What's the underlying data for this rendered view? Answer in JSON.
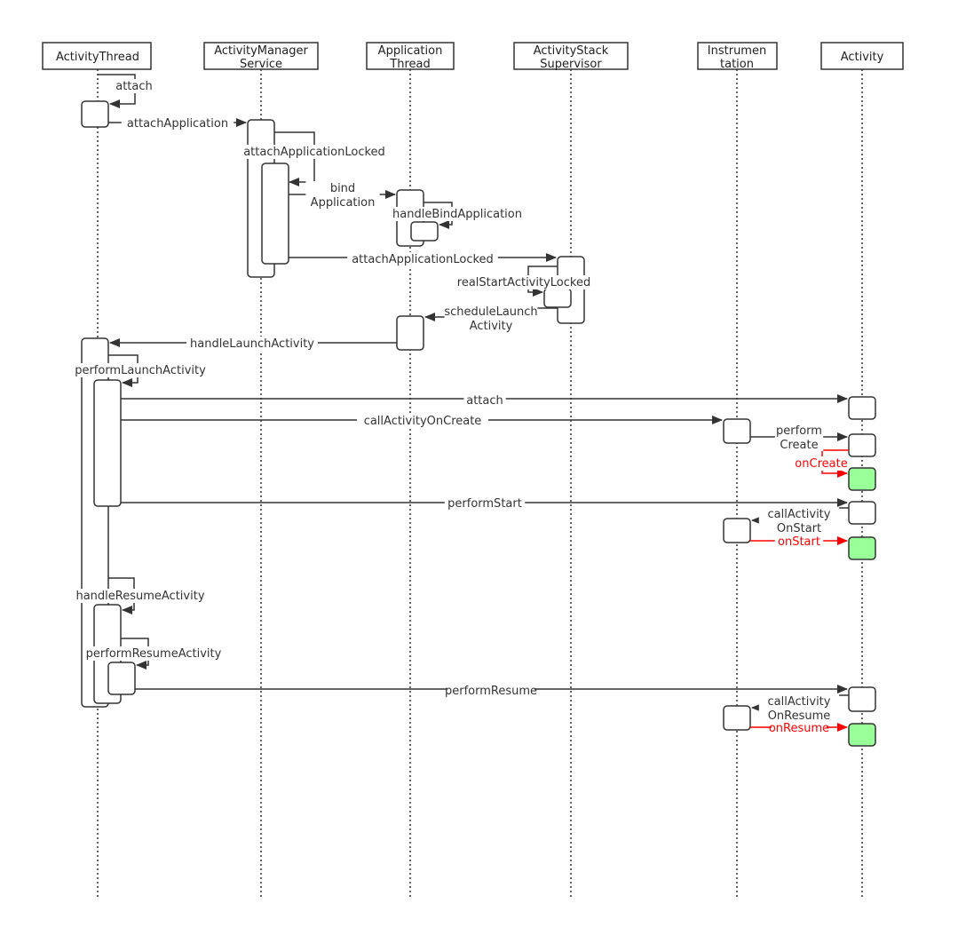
{
  "colors": {
    "line": "#333333",
    "highlight_line": "#ff0000",
    "highlight_text": "#ff0000",
    "highlight_fill": "#99ff99"
  },
  "participants": [
    {
      "id": "activity-thread",
      "lines": [
        "ActivityThread"
      ]
    },
    {
      "id": "activity-manager-service",
      "lines": [
        "ActivityManager",
        "Service"
      ]
    },
    {
      "id": "application-thread",
      "lines": [
        "Application",
        "Thread"
      ]
    },
    {
      "id": "activity-stack-supervisor",
      "lines": [
        "ActivityStack",
        "Supervisor"
      ]
    },
    {
      "id": "instrumentation",
      "lines": [
        "Instrumen",
        "tation"
      ]
    },
    {
      "id": "activity",
      "lines": [
        "Activity"
      ]
    }
  ],
  "messages": {
    "attach_self": {
      "lines": [
        "attach"
      ]
    },
    "attach_application": {
      "lines": [
        "attachApplication"
      ]
    },
    "attach_application_locked_self": {
      "lines": [
        "attachApplicationLocked"
      ]
    },
    "bind_application": {
      "lines": [
        "bind",
        "Application"
      ]
    },
    "handle_bind_application": {
      "lines": [
        "handleBindApplication"
      ]
    },
    "attach_application_locked": {
      "lines": [
        "attachApplicationLocked"
      ]
    },
    "real_start_activity_locked": {
      "lines": [
        "realStartActivityLocked"
      ]
    },
    "schedule_launch_activity": {
      "lines": [
        "scheduleLaunch",
        "Activity"
      ]
    },
    "handle_launch_activity": {
      "lines": [
        "handleLaunchActivity"
      ]
    },
    "perform_launch_activity": {
      "lines": [
        "performLaunchActivity"
      ]
    },
    "attach_activity": {
      "lines": [
        "attach"
      ]
    },
    "call_activity_on_create": {
      "lines": [
        "callActivityOnCreate"
      ]
    },
    "perform_create": {
      "lines": [
        "perform",
        "Create"
      ]
    },
    "on_create": {
      "lines": [
        "onCreate"
      ]
    },
    "perform_start": {
      "lines": [
        "performStart"
      ]
    },
    "call_activity_on_start": {
      "lines": [
        "callActivity",
        "OnStart"
      ]
    },
    "on_start": {
      "lines": [
        "onStart"
      ]
    },
    "handle_resume_activity": {
      "lines": [
        "handleResumeActivity"
      ]
    },
    "perform_resume_activity": {
      "lines": [
        "performResumeActivity"
      ]
    },
    "perform_resume": {
      "lines": [
        "performResume"
      ]
    },
    "call_activity_on_resume": {
      "lines": [
        "callActivity",
        "OnResume"
      ]
    },
    "on_resume": {
      "lines": [
        "onResume"
      ]
    }
  }
}
